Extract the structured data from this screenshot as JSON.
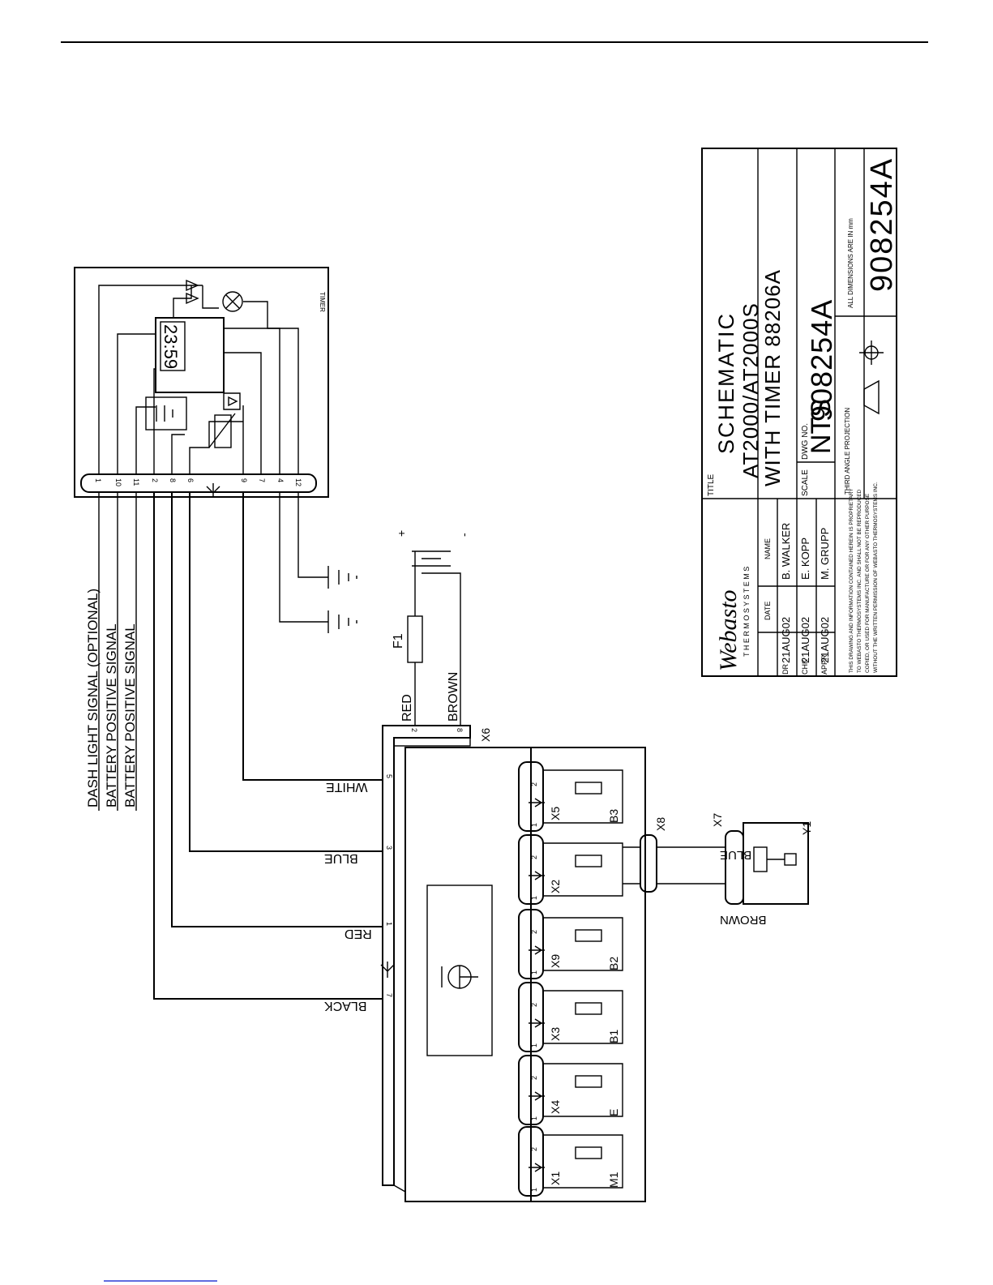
{
  "title_block": {
    "title_label": "TITLE",
    "title_lines": [
      "SCHEMATIC",
      "AT2000/AT2000S",
      "WITH TIMER 88206A"
    ],
    "scale_label": "SCALE",
    "scale_value": "NTS",
    "dwg_label": "DWG NO.",
    "dwg_number": "908254A",
    "projection": "THIRD ANGLE PROJECTION",
    "dimensions_note": "ALL DIMENSIONS ARE IN mm",
    "dwg_number_box": "908254A",
    "company": "Webasto",
    "company_sub": "T H E R M O S Y S T E M S",
    "date_header": "DATE",
    "name_header": "NAME",
    "rows": [
      {
        "role": "DR",
        "date": "21AUG02",
        "name": "B. WALKER"
      },
      {
        "role": "CHK",
        "date": "21AUG02",
        "name": "E. KOPP"
      },
      {
        "role": "APPR",
        "date": "21AUG02",
        "name": "M. GRUPP"
      }
    ],
    "proprietary_lines": [
      "THIS DRAWING AND INFORMATION CONTAINED HEREIN IS PROPRIETARY",
      "TO WEBASTO THERMOSYSTEMS INC. AND SHALL NOT BE REPRODUCED",
      "COPIED, OR USED FOR MANUFACTURE OR FOR ANY OTHER PURPOSE",
      "WITHOUT THE WRITTEN PERMISSION OF WEBASTO THERMOSYSTEMS INC."
    ]
  },
  "timer": {
    "label": "TIMER",
    "display": "23:59",
    "pins": [
      "1",
      "10",
      "11",
      "2",
      "8",
      "6",
      "9",
      "7",
      "4",
      "12"
    ]
  },
  "signals": [
    "DASH LIGHT SIGNAL (OPTIONAL)",
    "BATTERY POSITIVE SIGNAL",
    "BATTERY POSITIVE SIGNAL"
  ],
  "wires": {
    "white": "WHITE",
    "blue": "BLUE",
    "red": "RED",
    "black": "BLACK",
    "red2": "RED",
    "brown": "BROWN",
    "blue_y1": "BLUE",
    "brown_y1": "BROWN"
  },
  "harness_pins": {
    "white": "5",
    "blue": "3",
    "red": "1",
    "black": "7",
    "red_x6": "2",
    "brown_x6": "8"
  },
  "fuse": "F1",
  "battery": {
    "plus": "+",
    "minus": "-"
  },
  "connectors": {
    "x6": "X6",
    "x7": "X7",
    "x8": "X8"
  },
  "components": [
    {
      "conn": "X1",
      "part": "M1"
    },
    {
      "conn": "X4",
      "part": "E"
    },
    {
      "conn": "X3",
      "part": "B1"
    },
    {
      "conn": "X9",
      "part": "B2"
    },
    {
      "conn": "X2",
      "part": ""
    },
    {
      "conn": "X5",
      "part": "B3"
    }
  ],
  "pin_labels": {
    "one": "1",
    "two": "2"
  },
  "y1": "Y1"
}
